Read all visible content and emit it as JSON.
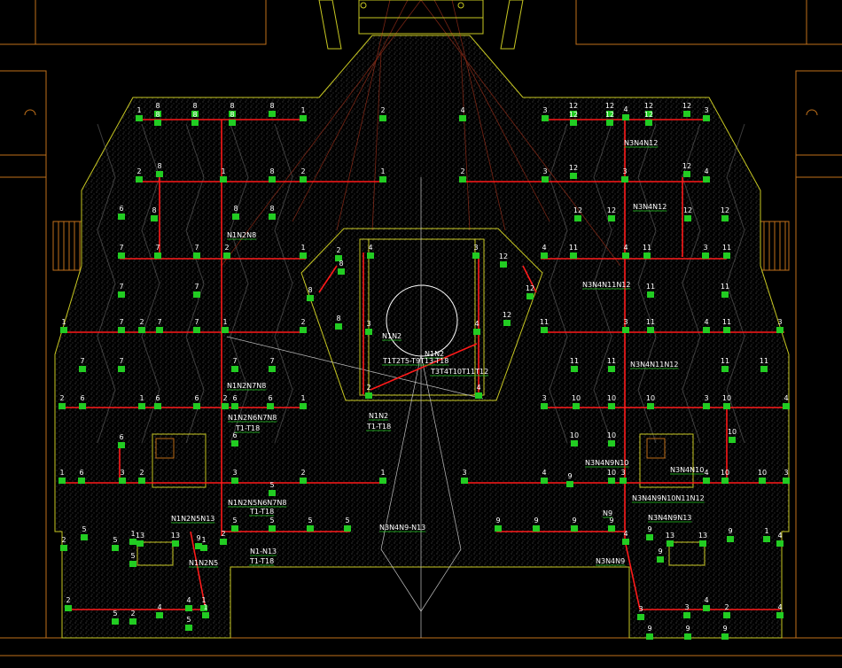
{
  "view": {
    "background": "#000000",
    "colors": {
      "frame": "#c0701a",
      "outline": "#c8c822",
      "hatch": "#6e6e6e",
      "circuit": "#ff1a1a",
      "device": "#22cc22",
      "label": "#ffffff",
      "guide": "#c0c0c0"
    }
  },
  "annotations": [
    {
      "text": "N1N2N8"
    },
    {
      "text": "N1N2N7N8"
    },
    {
      "text": "N1N2N6N7N8"
    },
    {
      "text": "T1-T18"
    },
    {
      "text": "N1N2N5N6N7N8"
    },
    {
      "text": "T1-T18"
    },
    {
      "text": "N1N2N5N13"
    },
    {
      "text": "N1N2N5"
    },
    {
      "text": "N1-N13"
    },
    {
      "text": "T1-T18"
    },
    {
      "text": "N1N2"
    },
    {
      "text": "N1N2"
    },
    {
      "text": "T1T2T5-T9T13-T18"
    },
    {
      "text": "T3T4T10T11T12"
    },
    {
      "text": "N1N2"
    },
    {
      "text": "T1-T18"
    },
    {
      "text": "N3N4N12"
    },
    {
      "text": "N3N4N12"
    },
    {
      "text": "N3N4N11N12"
    },
    {
      "text": "N3N4N11N12"
    },
    {
      "text": "N3N4N9N10"
    },
    {
      "text": "N3N4N10"
    },
    {
      "text": "N3N4N9N10N11N12"
    },
    {
      "text": "N9"
    },
    {
      "text": "N3N4N9N13"
    },
    {
      "text": "N3N4N9-N13"
    },
    {
      "text": "N3N4N9"
    }
  ],
  "nodes": [
    {
      "text": "1"
    },
    {
      "text": "8"
    },
    {
      "text": "8"
    },
    {
      "text": "8"
    },
    {
      "text": "8"
    },
    {
      "text": "1"
    },
    {
      "text": "2"
    },
    {
      "text": "4"
    },
    {
      "text": "3"
    },
    {
      "text": "12"
    },
    {
      "text": "12"
    },
    {
      "text": "4"
    },
    {
      "text": "12"
    },
    {
      "text": "12"
    },
    {
      "text": "3"
    },
    {
      "text": "2"
    },
    {
      "text": "8"
    },
    {
      "text": "1"
    },
    {
      "text": "8"
    },
    {
      "text": "2"
    },
    {
      "text": "1"
    },
    {
      "text": "2"
    },
    {
      "text": "3"
    },
    {
      "text": "12"
    },
    {
      "text": "3"
    },
    {
      "text": "12"
    },
    {
      "text": "4"
    },
    {
      "text": "6"
    },
    {
      "text": "8"
    },
    {
      "text": "8"
    },
    {
      "text": "8"
    },
    {
      "text": "12"
    },
    {
      "text": "12"
    },
    {
      "text": "12"
    },
    {
      "text": "12"
    },
    {
      "text": "7"
    },
    {
      "text": "7"
    },
    {
      "text": "7"
    },
    {
      "text": "2"
    },
    {
      "text": "1"
    },
    {
      "text": "2"
    },
    {
      "text": "4"
    },
    {
      "text": "3"
    },
    {
      "text": "4"
    },
    {
      "text": "11"
    },
    {
      "text": "4"
    },
    {
      "text": "11"
    },
    {
      "text": "3"
    },
    {
      "text": "11"
    },
    {
      "text": "8"
    },
    {
      "text": "8"
    },
    {
      "text": "8"
    },
    {
      "text": "12"
    },
    {
      "text": "12"
    },
    {
      "text": "12"
    },
    {
      "text": "7"
    },
    {
      "text": "7"
    },
    {
      "text": "11"
    },
    {
      "text": "11"
    },
    {
      "text": "1"
    },
    {
      "text": "7"
    },
    {
      "text": "2"
    },
    {
      "text": "7"
    },
    {
      "text": "7"
    },
    {
      "text": "1"
    },
    {
      "text": "2"
    },
    {
      "text": "3"
    },
    {
      "text": "4"
    },
    {
      "text": "11"
    },
    {
      "text": "3"
    },
    {
      "text": "11"
    },
    {
      "text": "4"
    },
    {
      "text": "11"
    },
    {
      "text": "3"
    },
    {
      "text": "7"
    },
    {
      "text": "7"
    },
    {
      "text": "7"
    },
    {
      "text": "7"
    },
    {
      "text": "11"
    },
    {
      "text": "11"
    },
    {
      "text": "11"
    },
    {
      "text": "11"
    },
    {
      "text": "2"
    },
    {
      "text": "6"
    },
    {
      "text": "1"
    },
    {
      "text": "6"
    },
    {
      "text": "6"
    },
    {
      "text": "2"
    },
    {
      "text": "6"
    },
    {
      "text": "6"
    },
    {
      "text": "1"
    },
    {
      "text": "2"
    },
    {
      "text": "4"
    },
    {
      "text": "3"
    },
    {
      "text": "10"
    },
    {
      "text": "10"
    },
    {
      "text": "10"
    },
    {
      "text": "3"
    },
    {
      "text": "10"
    },
    {
      "text": "4"
    },
    {
      "text": "6"
    },
    {
      "text": "6"
    },
    {
      "text": "10"
    },
    {
      "text": "10"
    },
    {
      "text": "10"
    },
    {
      "text": "1"
    },
    {
      "text": "6"
    },
    {
      "text": "3"
    },
    {
      "text": "2"
    },
    {
      "text": "3"
    },
    {
      "text": "5"
    },
    {
      "text": "2"
    },
    {
      "text": "1"
    },
    {
      "text": "3"
    },
    {
      "text": "4"
    },
    {
      "text": "9"
    },
    {
      "text": "10"
    },
    {
      "text": "3"
    },
    {
      "text": "4"
    },
    {
      "text": "10"
    },
    {
      "text": "10"
    },
    {
      "text": "3"
    },
    {
      "text": "5"
    },
    {
      "text": "5"
    },
    {
      "text": "5"
    },
    {
      "text": "5"
    },
    {
      "text": "9"
    },
    {
      "text": "9"
    },
    {
      "text": "9"
    },
    {
      "text": "9"
    },
    {
      "text": "2"
    },
    {
      "text": "5"
    },
    {
      "text": "5"
    },
    {
      "text": "1"
    },
    {
      "text": "13"
    },
    {
      "text": "13"
    },
    {
      "text": "1"
    },
    {
      "text": "2"
    },
    {
      "text": "4"
    },
    {
      "text": "9"
    },
    {
      "text": "13"
    },
    {
      "text": "13"
    },
    {
      "text": "9"
    },
    {
      "text": "4"
    },
    {
      "text": "5"
    },
    {
      "text": "9"
    },
    {
      "text": "9"
    },
    {
      "text": "1"
    },
    {
      "text": "2"
    },
    {
      "text": "4"
    },
    {
      "text": "1"
    },
    {
      "text": "3"
    },
    {
      "text": "4"
    },
    {
      "text": "5"
    },
    {
      "text": "5"
    },
    {
      "text": "9"
    },
    {
      "text": "9"
    },
    {
      "text": "9"
    },
    {
      "text": "2"
    },
    {
      "text": "4"
    },
    {
      "text": "1"
    },
    {
      "text": "3"
    },
    {
      "text": "2"
    },
    {
      "text": "4"
    },
    {
      "text": "8"
    },
    {
      "text": "8"
    },
    {
      "text": "8"
    },
    {
      "text": "12"
    },
    {
      "text": "12"
    },
    {
      "text": "12"
    }
  ]
}
